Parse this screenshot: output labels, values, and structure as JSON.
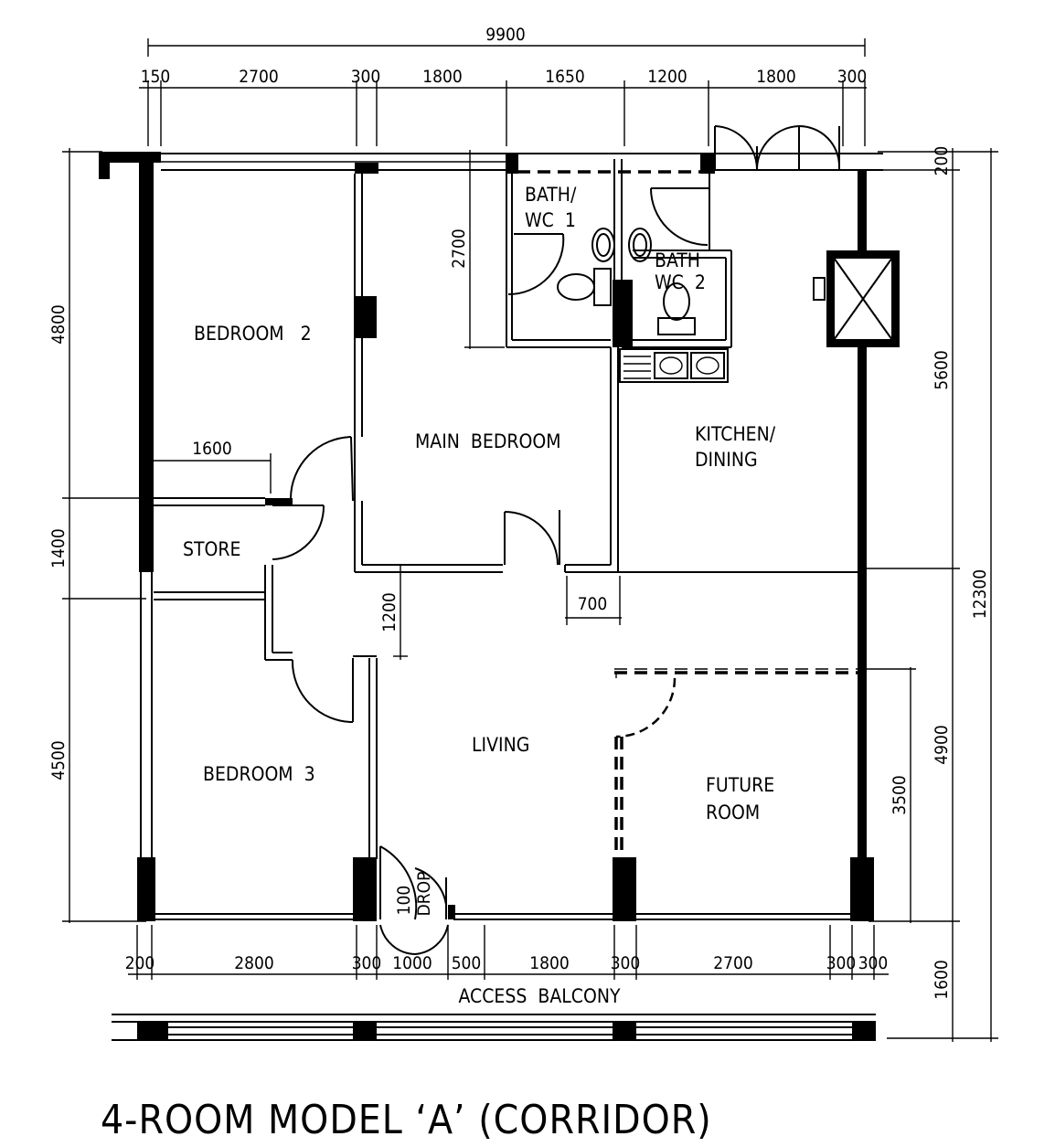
{
  "title": "4-ROOM MODEL ‘A’ (CORRIDOR)",
  "dimensions": {
    "top_total": "9900",
    "top": [
      "150",
      "2700",
      "300",
      "1800",
      "1650",
      "1200",
      "1800",
      "300"
    ],
    "bottom": [
      "200",
      "2800",
      "300",
      "1000",
      "500",
      "1800",
      "300",
      "2700",
      "300",
      "300"
    ],
    "left": [
      "4800",
      "1400",
      "4500"
    ],
    "right": [
      "200",
      "5600",
      "4900",
      "1600"
    ],
    "right_total": "12300",
    "interior": {
      "bath_height": "2700",
      "store_width": "1600",
      "passage": "1200",
      "kitchen_door": "700",
      "future_room": "3500"
    }
  },
  "rooms": {
    "bedroom2": "BEDROOM   2",
    "main_bedroom": "MAIN  BEDROOM",
    "bath1_line1": "BATH/",
    "bath1_line2": "WC  1",
    "bath2_line1": "BATH",
    "bath2_line2": "WC  2",
    "kitchen_line1": "KITCHEN/",
    "kitchen_line2": "DINING",
    "store": "STORE",
    "living": "LIVING",
    "bedroom3": "BEDROOM  3",
    "future_line1": "FUTURE",
    "future_line2": "ROOM",
    "refuse_line1": "100",
    "refuse_line2": "DROP",
    "access_balcony": "ACCESS  BALCONY"
  }
}
